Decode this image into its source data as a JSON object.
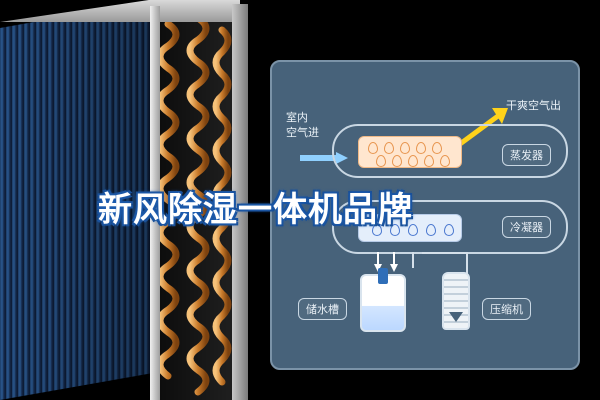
{
  "title": "新风除湿一体机品牌",
  "diagram": {
    "input_label": "室内\n空气进",
    "output_label": "干爽空气出",
    "evaporator_label": "蒸发器",
    "condenser_label": "冷凝器",
    "tank_label": "储水槽",
    "compressor_label": "压缩机"
  },
  "colors": {
    "panel": "#47627a",
    "accent_blue": "#1f5fb4",
    "arrow_in": "#8fd0ff",
    "arrow_out": "#ffd21a"
  }
}
